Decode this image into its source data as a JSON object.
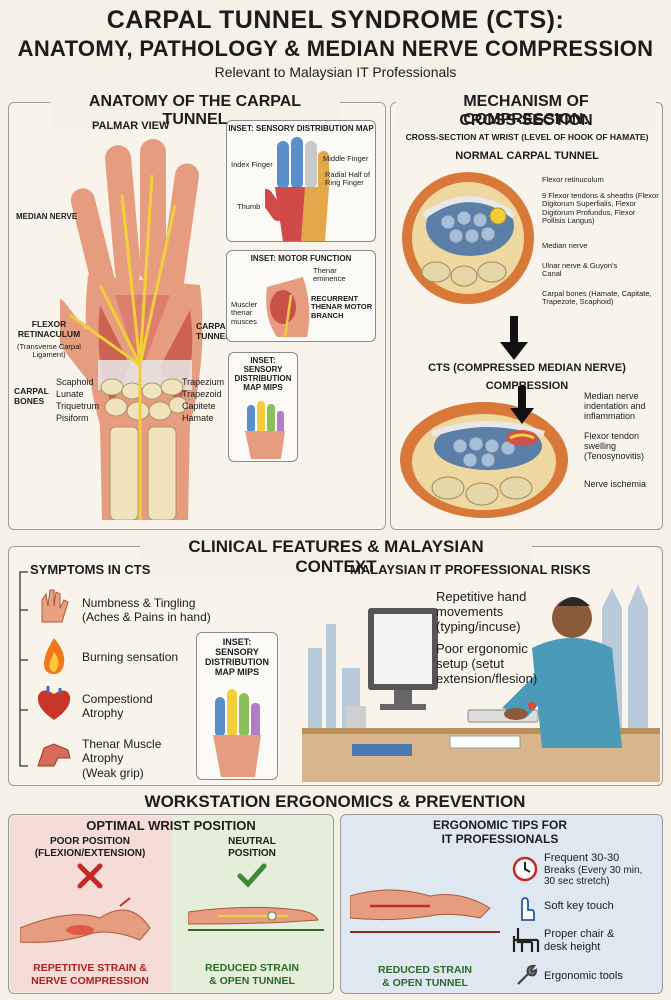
{
  "header": {
    "title_line1": "CARPAL TUNNEL SYNDROME (CTS):",
    "title_line2": "ANATOMY, PATHOLOGY & MEDIAN NERVE COMPRESSION",
    "subtitle": "Relevant to Malaysian IT Professionals"
  },
  "anatomy": {
    "heading": "ANATOMY OF THE CARPAL TUNNEL",
    "view": "PALMAR VIEW",
    "median_nerve": "MEDIAN NERVE",
    "flexor_ret": "FLEXOR RETINACULUM",
    "flexor_ret_sub": "(Transverse Carpal Ligament)",
    "carpal_tunnel": "CARPAL TUNNEL",
    "carpal_bones": "CARPAL BONES",
    "bones_left": [
      "Scaphoid",
      "Lunate",
      "Triquetrum",
      "Pisiform"
    ],
    "bones_right": [
      "Trapezium",
      "Trapezoid",
      "Capitete",
      "Hamate"
    ],
    "inset1": {
      "title": "INSET: SENSORY DISTRIBUTION MAP",
      "index": "Index Finger",
      "middle": "Middle Finger",
      "radial": "Radial Half of Ring Finger",
      "thumb": "Thumb"
    },
    "inset2": {
      "title": "INSET: MOTOR FUNCTION",
      "thenar": "Thenar eminence",
      "muscle": "Muscler thenar musces",
      "branch": "RECURRENT THENAR MOTOR BRANCH"
    },
    "inset3": {
      "title_l1": "INSET:",
      "title_l2": "SENSORY",
      "title_l3": "DISTRIBUTION",
      "title_l4": "MAP MIPS"
    }
  },
  "mechanism": {
    "heading_l1": "MECHANISM OF COMPRESSION:",
    "heading_l2": "CROSS-SECTION",
    "sub": "CROSS-SECTION AT WRIST (LEVEL OF HOOK OF HAMATE)",
    "normal": "NORMAL CARPAL TUNNEL",
    "labels": {
      "flexor": "Flexor retinuculum",
      "tendons": "9 Flexor tendons & sheaths (Flexor Digitorum Superfialis, Flexor Digitorum Profundus, Flexor Pollisis Langus)",
      "median": "Median nerve",
      "ulnar": "Ulnar nerve & Guyon's Canal",
      "bones": "Carpal bones (Hamate, Capitate, Trapezote, Scaphoid)"
    },
    "cts": "CTS (COMPRESSED MEDIAN NERVE)",
    "compression": "COMPRESSION",
    "cts_labels": {
      "indent": "Median nerve indentation and inflammation",
      "swelling": "Flexor tendon swelling (Tenosynovitis)",
      "ischemia": "Nerve ischemia"
    }
  },
  "clinical": {
    "heading": "CLINICAL FEATURES & MALAYSIAN CONTEXT",
    "symptoms_head": "SYMPTOMS IN CTS",
    "symptoms": [
      {
        "icon": "numb-hand-icon",
        "l1": "Numbness & Tingling",
        "l2": "(Aches & Pains in hand)"
      },
      {
        "icon": "flame-icon",
        "l1": "Burning sensation",
        "l2": ""
      },
      {
        "icon": "heart-icon",
        "l1": "Compestiond",
        "l2": "Atrophy"
      },
      {
        "icon": "weak-hand-icon",
        "l1": "Thenar Muscle",
        "l2": "Atrophy",
        "l3": "(Weak grip)"
      }
    ],
    "inset": {
      "l1": "INSET:",
      "l2": "SENSORY",
      "l3": "DISTRIBUTION",
      "l4": "MAP MIPS"
    },
    "risks_head": "MALAYSIAN IT PROFESSIONAL RISKS",
    "risk1": [
      "Repetitive hand",
      "movements",
      "(typing/incuse)"
    ],
    "risk2": [
      "Poor ergonomic",
      "setup (setut",
      "extension/flesion)"
    ]
  },
  "ergonomics": {
    "heading": "WORKSTATION ERGONOMICS & PREVENTION",
    "optimal": "OPTIMAL WRIST POSITION",
    "poor_l1": "POOR POSITION",
    "poor_l2": "(FLEXION/EXTENSION)",
    "neutral_l1": "NEUTRAL",
    "neutral_l2": "POSITION",
    "poor_cap_l1": "REPETITIVE STRAIN &",
    "poor_cap_l2": "NERVE COMPRESSION",
    "neutral_cap_l1": "REDUCED STRAIN",
    "neutral_cap_l2": "& OPEN TUNNEL",
    "tips_l1": "ERGONOMIC TIPS FOR",
    "tips_l2": "IT PROFESSIONALS",
    "tips_cap_l1": "REDUCED STRAIN",
    "tips_cap_l2": "& OPEN TUNNEL",
    "tips": [
      {
        "icon": "clock-icon",
        "l1": "Frequent 30-30",
        "l2": "Breaks (Every 30 min,",
        "l3": "30 sec stretch)"
      },
      {
        "icon": "touch-icon",
        "l1": "Soft key touch",
        "l2": "",
        "l3": ""
      },
      {
        "icon": "chair-icon",
        "l1": "Proper chair &",
        "l2": "desk height",
        "l3": ""
      },
      {
        "icon": "wrench-icon",
        "l1": "Ergonomic tools",
        "l2": "",
        "l3": ""
      }
    ]
  },
  "colors": {
    "nerve": "#f2cf3a",
    "muscle": "#d9665a",
    "bone": "#efe2bd",
    "red": "#c62828",
    "green": "#3b8a3b"
  }
}
